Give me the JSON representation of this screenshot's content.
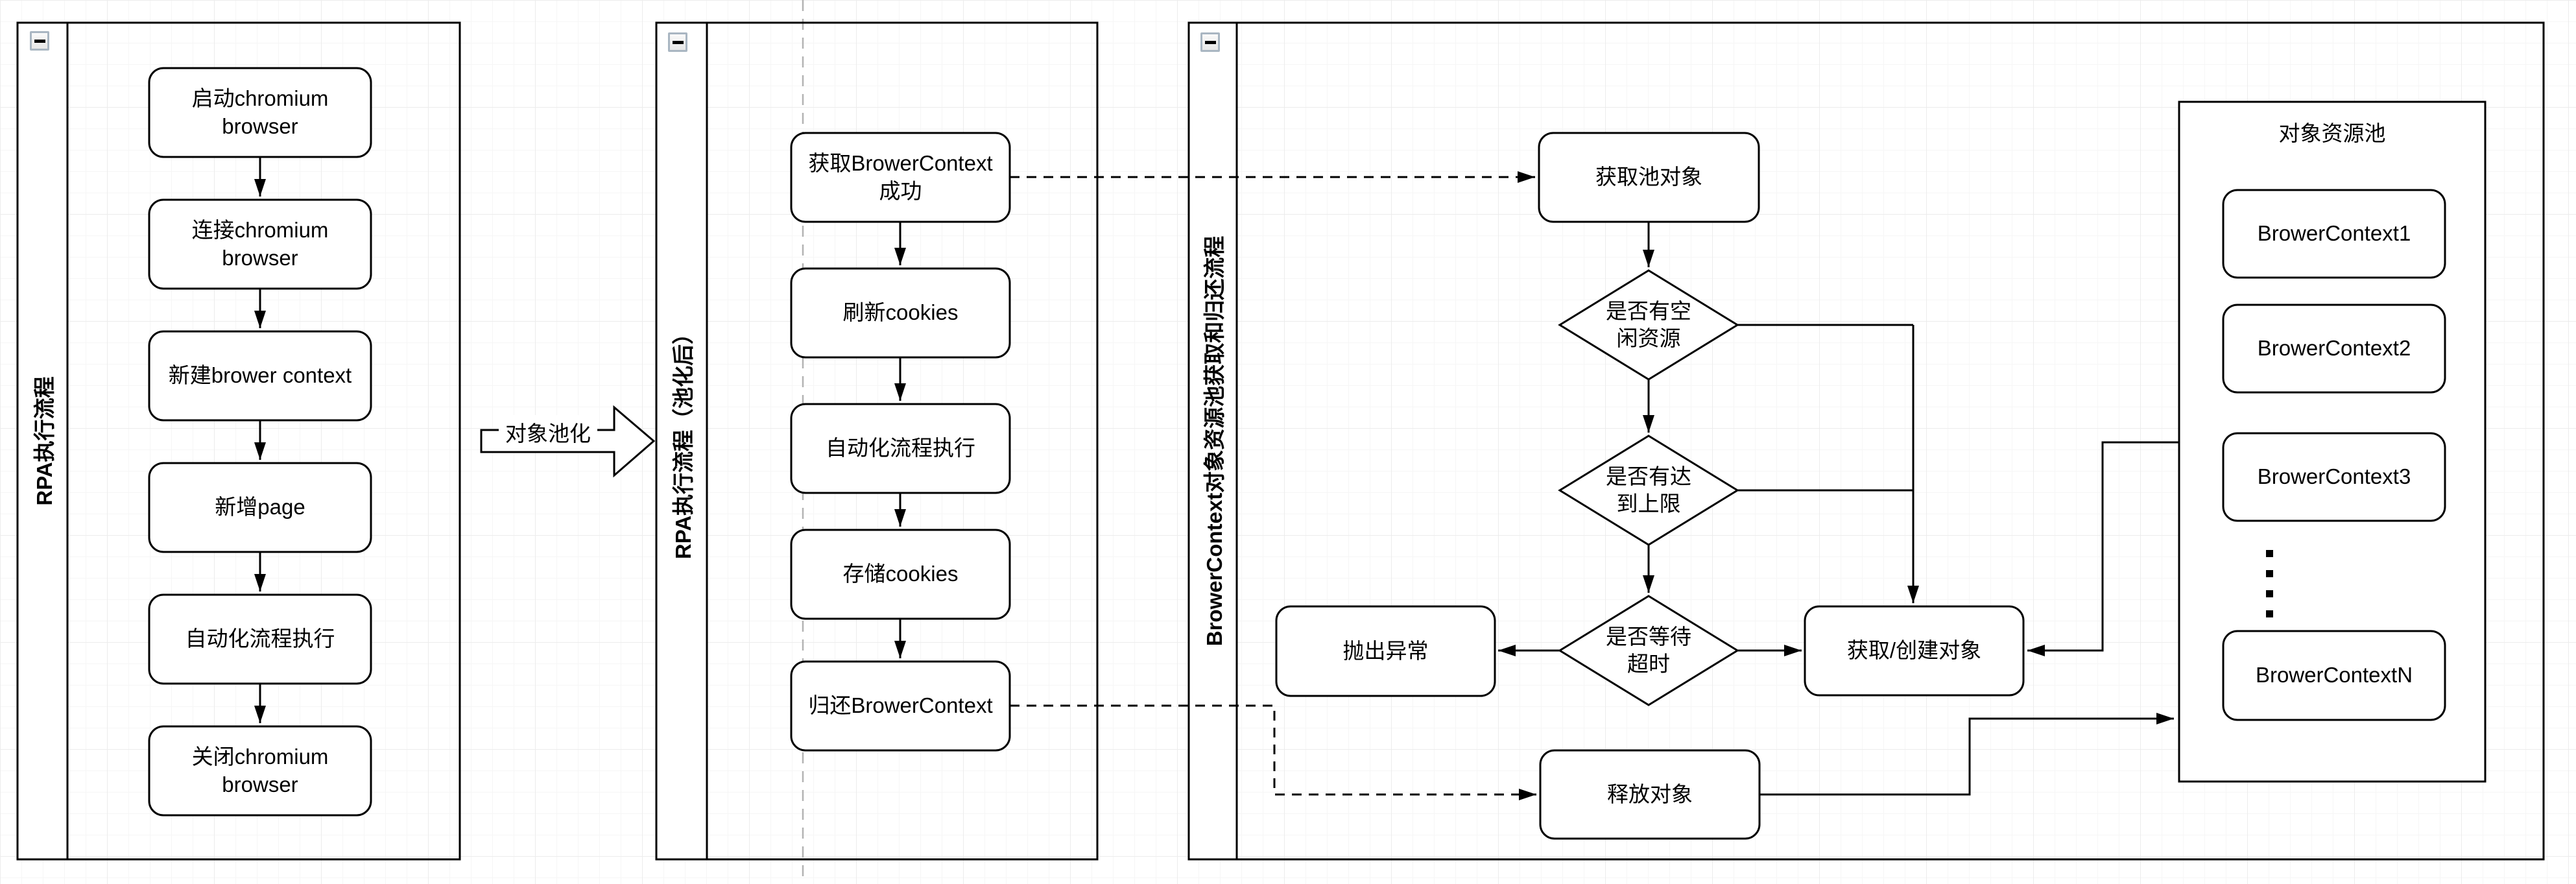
{
  "colors": {
    "stroke": "#000000",
    "node_fill": "#ffffff",
    "grid_minor": "#f6f6f6",
    "grid_major": "#ececec",
    "page_guide_dash": "#b3b3b3",
    "collapse_border": "#a9b6c2"
  },
  "lanes": [
    {
      "title": "RPA执行流程",
      "collapse_icon": "minus"
    },
    {
      "title": "RPA执行流程（池化后）",
      "collapse_icon": "minus"
    },
    {
      "title": "BrowerContext对象资源池获取和归还流程",
      "collapse_icon": "minus"
    }
  ],
  "transition": {
    "label": "对象池化"
  },
  "lane1": {
    "steps": [
      "启动chromium\nbrowser",
      "连接chromium\nbrowser",
      "新建brower context",
      "新增page",
      "自动化流程执行",
      "关闭chromium\nbrowser"
    ]
  },
  "lane2": {
    "steps": [
      "获取BrowerContext\n成功",
      "刷新cookies",
      "自动化流程执行",
      "存储cookies",
      "归还BrowerContext"
    ]
  },
  "lane3": {
    "get_pool_object": "获取池对象",
    "decision_idle": "是否有空\n闲资源",
    "decision_limit": "是否有达\n到上限",
    "decision_timeout": "是否等待\n超时",
    "throw_exception": "抛出异常",
    "get_create_object": "获取/创建对象",
    "release_object": "释放对象",
    "pool": {
      "title": "对象资源池",
      "items": [
        "BrowerContext1",
        "BrowerContext2",
        "BrowerContext3",
        "BrowerContextN"
      ]
    }
  }
}
